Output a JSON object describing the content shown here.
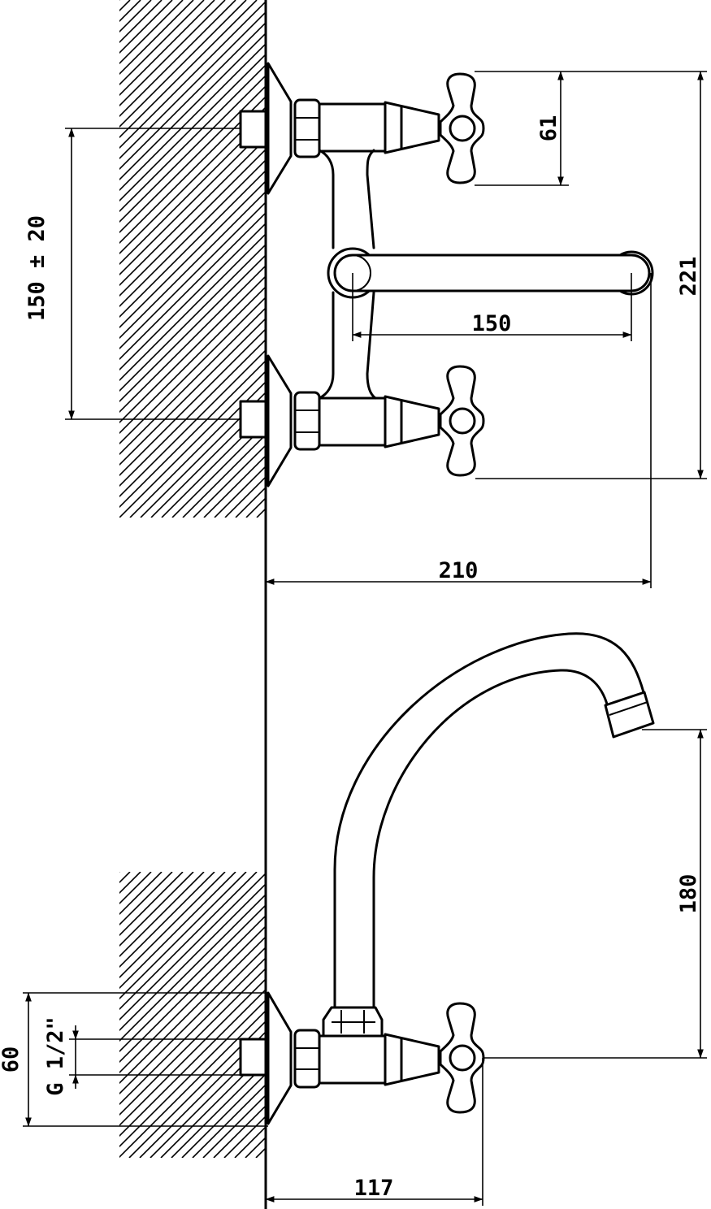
{
  "dimensions": {
    "top_view": {
      "handle_height": "61",
      "overall_height": "221",
      "inlet_spacing": "150 ± 20",
      "spout_span": "150",
      "projection": "210"
    },
    "side_view": {
      "spout_height": "180",
      "inlet_block": "60",
      "thread": "G 1/2\"",
      "projection": "117"
    }
  },
  "colors": {
    "line": "#000000",
    "background": "#ffffff"
  }
}
